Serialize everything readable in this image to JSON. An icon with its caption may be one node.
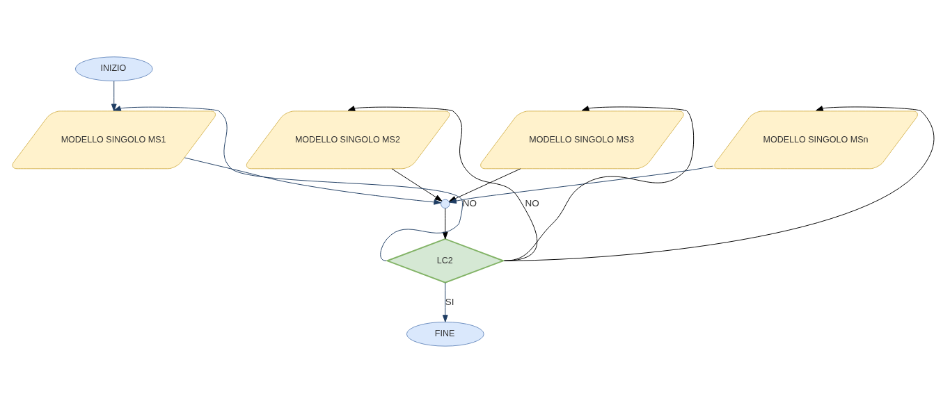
{
  "diagram": {
    "nodes": [
      {
        "text": [
          "INIZIO"
        ]
      },
      {
        "text": [
          "MODELLO SINGOLO MS1"
        ]
      },
      {
        "text": [
          "MODELLO SINGOLO MS2"
        ]
      },
      {
        "text": [
          "MODELLO SINGOLO MS3"
        ]
      },
      {
        "text": [
          "MODELLO SINGOLO MSn"
        ]
      },
      {
        "text": [],
        "shape": "circle"
      },
      {
        "text": [
          "LC2"
        ]
      },
      {
        "text": [
          "FINE"
        ]
      }
    ],
    "edges": [
      {
        "from": 0,
        "to": 1,
        "arrow": "to",
        "color": "#1f3d63"
      },
      {
        "from": 1,
        "to": 5,
        "arrow": "to",
        "color": "#1f3d63"
      },
      {
        "from": 2,
        "to": 5,
        "arrow": "to"
      },
      {
        "from": 3,
        "to": 5,
        "arrow": "to"
      },
      {
        "from": 4,
        "to": 5,
        "arrow": "to",
        "color": "#1f3d63"
      },
      {
        "from": 5,
        "to": 6,
        "arrow": "to"
      },
      {
        "from": 6,
        "to": 1,
        "arrow": "to",
        "label": "NO",
        "color": "#1f3d63"
      },
      {
        "from": 6,
        "to": 2,
        "arrow": "to",
        "label": "NO"
      },
      {
        "from": 6,
        "to": 3,
        "arrow": "to"
      },
      {
        "from": 6,
        "to": 4,
        "arrow": "to"
      },
      {
        "from": 6,
        "to": 7,
        "arrow": "to",
        "label": "SI",
        "color": "#1f3d63"
      }
    ]
  }
}
